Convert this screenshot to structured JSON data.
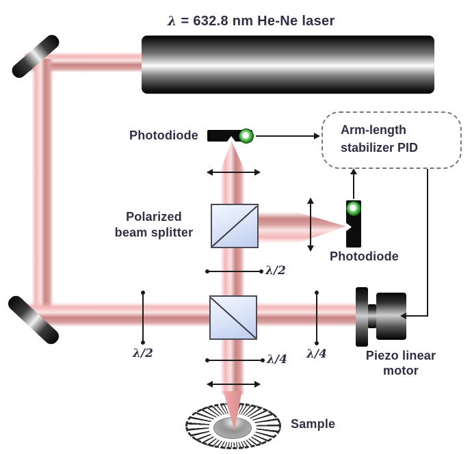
{
  "figure": {
    "title": {
      "lambda": "λ",
      "rest": " = 632.8 nm He-Ne laser"
    }
  },
  "components": {
    "photodiode_top": {
      "label": "Photodiode"
    },
    "photodiode_right": {
      "label": "Photodiode"
    },
    "pid_box": {
      "line1": "Arm-length",
      "line2": "stabilizer PID"
    },
    "beam_splitter": {
      "line1": "Polarized",
      "line2": "beam splitter"
    },
    "waveplates": {
      "half_mid": "λ/2",
      "half_left": "λ/2",
      "quarter_bottom": "λ/4",
      "quarter_right": "λ/4"
    },
    "piezo_motor": {
      "line1": "Piezo linear",
      "line2": "motor"
    },
    "sample": {
      "label": "Sample"
    }
  },
  "colors": {
    "beam_light": "#f3b6b6",
    "beam_pale": "#fbe4e4",
    "beam_dark": "#c98484",
    "cube_blue": "#bfcdee",
    "led_green": "#2f9e2f",
    "text": "#2e2e44",
    "line": "#1a1a1a"
  }
}
